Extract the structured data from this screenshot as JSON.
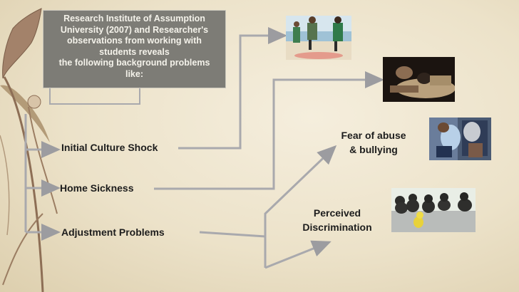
{
  "title_box": {
    "lines": [
      "Research Institute of Assumption",
      "University (2007)  and Researcher's",
      "observations from working with",
      "students reveals",
      "the following background problems",
      "like:"
    ]
  },
  "problems": [
    {
      "label": "Initial Culture Shock"
    },
    {
      "label": "Home Sickness"
    },
    {
      "label": "Adjustment Problems"
    }
  ],
  "outcomes": [
    {
      "lines": [
        "Fear of abuse",
        "& bullying"
      ]
    },
    {
      "lines": [
        "Perceived",
        "Discrimination"
      ]
    }
  ],
  "colors": {
    "box_bg": "#7d7c76",
    "box_text": "#f4f2ea",
    "connector": "#a9a9ad"
  }
}
